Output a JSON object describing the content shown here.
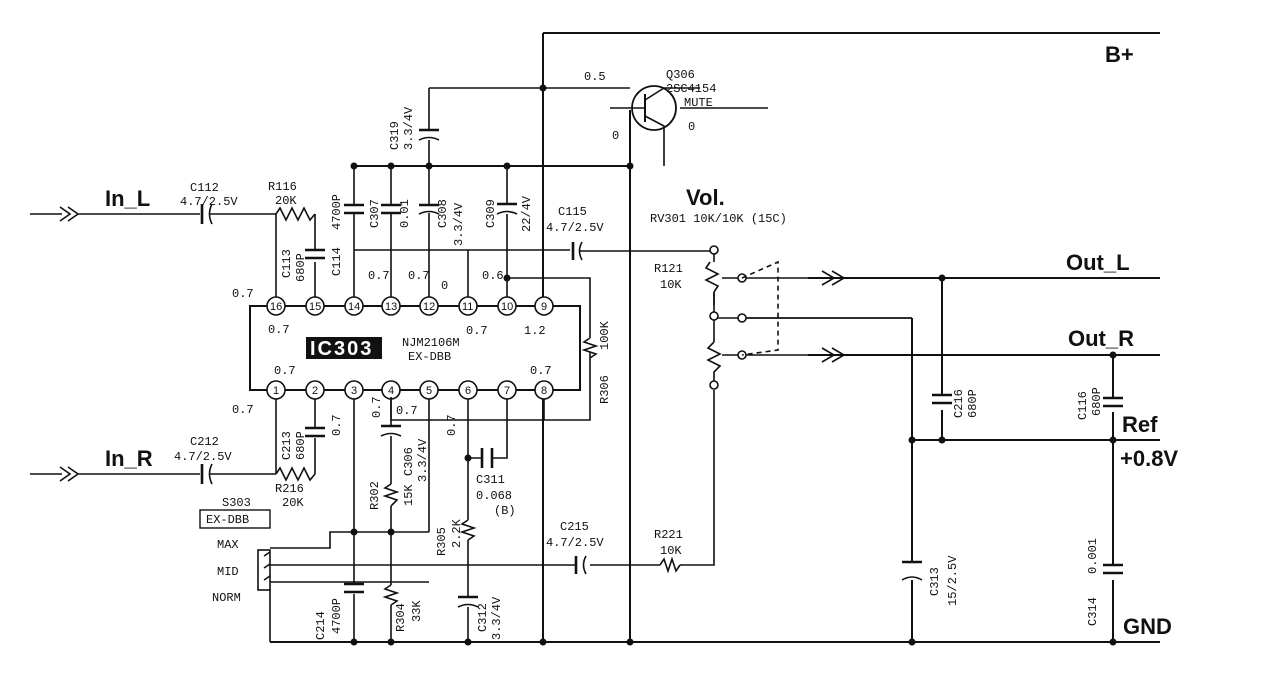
{
  "rails": {
    "bplus": "B+",
    "gnd": "GND",
    "ref": "Ref",
    "ref_v": "+0.8V"
  },
  "io": {
    "in_l": "In_L",
    "in_r": "In_R",
    "out_l": "Out_L",
    "out_r": "Out_R"
  },
  "ic": {
    "name": "IC303",
    "part": "NJM2106M",
    "func": "EX-DBB",
    "pins_top": [
      "16",
      "15",
      "14",
      "13",
      "12",
      "11",
      "10",
      "9"
    ],
    "pins_bottom": [
      "1",
      "2",
      "3",
      "4",
      "5",
      "6",
      "7",
      "8"
    ]
  },
  "volume": {
    "label": "Vol.",
    "part": "RV301 10K/10K (15C)"
  },
  "transistor": {
    "ref": "Q306",
    "part": "2SC4154",
    "func": "MUTE",
    "v_base": "0.5",
    "v_emit": "0",
    "v_coll": "0"
  },
  "switch": {
    "ref": "S303",
    "func": "EX-DBB",
    "pos_max": "MAX",
    "pos_mid": "MID",
    "pos_norm": "NORM"
  },
  "voltages": {
    "p16": "0.7",
    "p15": "0.7",
    "p14": "0.7",
    "p13": "0.7",
    "p12": "0",
    "p11": "0.6",
    "p10": "0.7",
    "p9": "1.2",
    "p1": "0.7",
    "p2": "0.7",
    "p3": "0.7",
    "p4": "0.7",
    "p5": "0.7",
    "p6": "0.7",
    "p7": "0.7"
  },
  "components": {
    "c112": {
      "ref": "C112",
      "val": "4.7/2.5V"
    },
    "r116": {
      "ref": "R116",
      "val": "20K"
    },
    "c113": {
      "ref": "C113",
      "val": "680P"
    },
    "c114": {
      "ref": "C114",
      "val": "4700P"
    },
    "c307": {
      "ref": "C307",
      "val": "0.01"
    },
    "c308": {
      "ref": "C308",
      "val": "3.3/4V"
    },
    "c319": {
      "ref": "C319",
      "val": "3.3/4V"
    },
    "c309": {
      "ref": "C309",
      "val": "22/4V"
    },
    "c115": {
      "ref": "C115",
      "val": "4.7/2.5V"
    },
    "r121": {
      "ref": "R121",
      "val": "10K"
    },
    "r306": {
      "ref": "R306",
      "val": "100K"
    },
    "c212": {
      "ref": "C212",
      "val": "4.7/2.5V"
    },
    "r216": {
      "ref": "R216",
      "val": "20K"
    },
    "c213": {
      "ref": "C213",
      "val": "680P"
    },
    "c306": {
      "ref": "C306",
      "val": "3.3/4V"
    },
    "r302": {
      "ref": "R302",
      "val": "15K"
    },
    "c311": {
      "ref": "C311",
      "val": "0.068",
      "note": "(B)"
    },
    "r305": {
      "ref": "R305",
      "val": "2.2K"
    },
    "c215": {
      "ref": "C215",
      "val": "4.7/2.5V"
    },
    "r221": {
      "ref": "R221",
      "val": "10K"
    },
    "c214": {
      "ref": "C214",
      "val": "4700P"
    },
    "r304": {
      "ref": "R304",
      "val": "33K"
    },
    "c312": {
      "ref": "C312",
      "val": "3.3/4V"
    },
    "c216": {
      "ref": "C216",
      "val": "680P"
    },
    "c116": {
      "ref": "C116",
      "val": "680P"
    },
    "c313": {
      "ref": "C313",
      "val": "15/2.5V"
    },
    "c314": {
      "ref": "C314",
      "val": "0.001"
    }
  }
}
